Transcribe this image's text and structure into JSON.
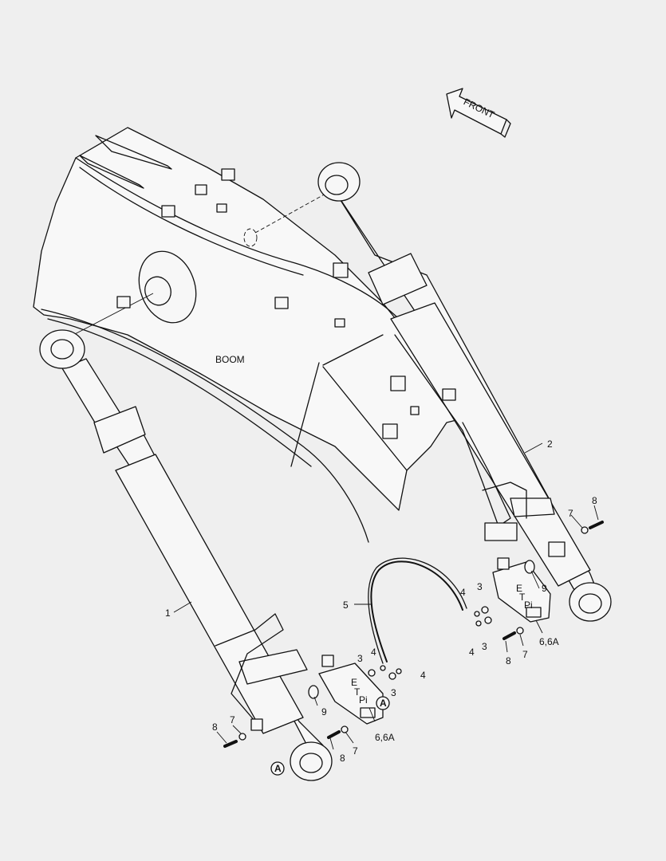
{
  "front_arrow": {
    "label": "FRONT"
  },
  "boom_label": "BOOM",
  "callouts": {
    "c1": "1",
    "c2": "2",
    "c3a": "3",
    "c3b": "3",
    "c3c": "3",
    "c3d": "3",
    "c4a": "4",
    "c4b": "4",
    "c4c": "4",
    "c4d": "4",
    "c5": "5",
    "c66a_left": "6,6A",
    "c66a_right": "6,6A",
    "c7a": "7",
    "c7b": "7",
    "c7c": "7",
    "c7d": "7",
    "c8a": "8",
    "c8b": "8",
    "c8c": "8",
    "c8d": "8",
    "c9a": "9",
    "c9b": "9"
  },
  "detail_markers": {
    "a1": "A",
    "a2": "A"
  },
  "valve_ports": {
    "e": "E",
    "t": "T",
    "pi": "Pi"
  }
}
